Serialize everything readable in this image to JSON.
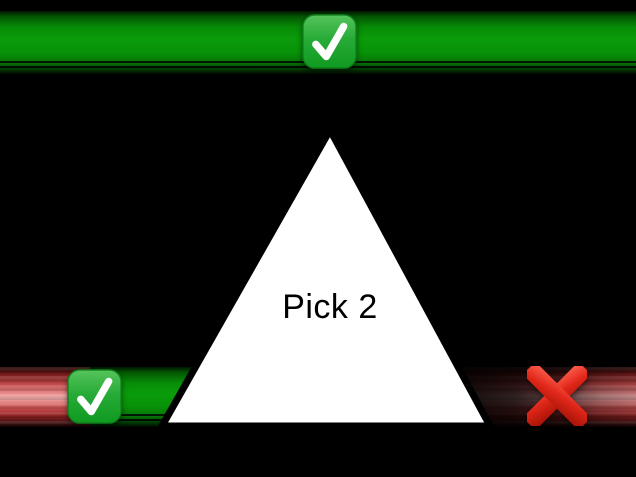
{
  "diagram": {
    "center_label": "Pick 2",
    "icons": {
      "top": "check-mark-icon",
      "bottom_left": "check-mark-icon",
      "bottom_right": "cross-mark-icon"
    },
    "bars": {
      "top": {
        "color_name": "green",
        "state": "selected"
      },
      "bottom_left": {
        "color_name": "red-to-green",
        "state": "selected"
      },
      "bottom_right": {
        "color_name": "red",
        "state": "rejected"
      }
    },
    "colors": {
      "background": "#000000",
      "green_bar": "#0a9c0a",
      "red_bar": "#e98f8f",
      "red_bar_dark": "#7c1d1d",
      "triangle_fill": "#ffffff",
      "triangle_outline": "#000000",
      "label_text": "#000000",
      "check_icon_green": "#27ab37",
      "cross_icon_red": "#e0271a",
      "check_glyph": "#ffffff"
    }
  }
}
